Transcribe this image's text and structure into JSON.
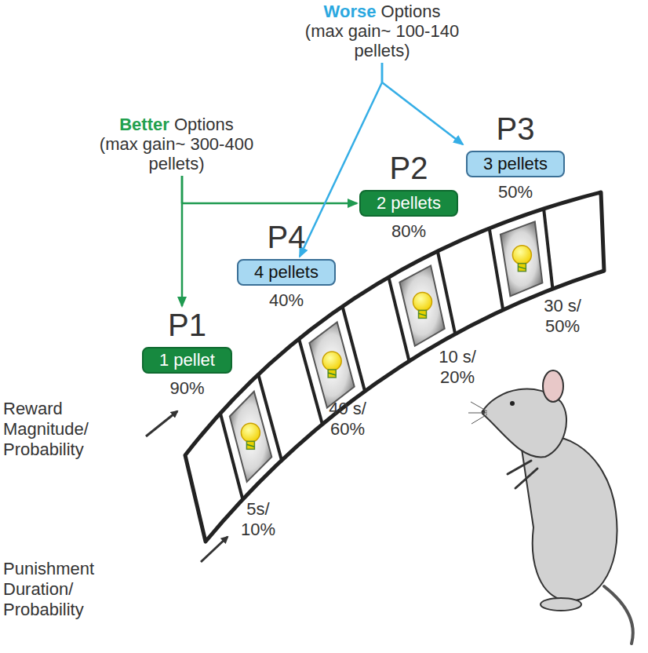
{
  "diagram": {
    "nodes": [
      {
        "text": [
          "Better",
          "Options",
          "(max gain~ 300-400 pellets)"
        ]
      },
      {
        "text": [
          "Worse",
          "Options",
          "(max gain~ 100-140 pellets)"
        ]
      },
      {
        "text": [
          "P1",
          "1 pellet",
          "90%"
        ]
      },
      {
        "text": [
          "P2",
          "2 pellets",
          "80%"
        ]
      },
      {
        "text": [
          "P3",
          "3 pellets",
          "50%"
        ]
      },
      {
        "text": [
          "P4",
          "4 pellets",
          "40%"
        ]
      }
    ],
    "edges": [
      {
        "from": 0,
        "to": 2,
        "arrow": "to"
      },
      {
        "from": 0,
        "to": 3,
        "arrow": "to"
      },
      {
        "from": 1,
        "to": 4,
        "arrow": "to"
      },
      {
        "from": 1,
        "to": 5,
        "arrow": "to"
      }
    ],
    "labels": [
      "Reward Magnitude/ Probability",
      "Punishment Duration/ Probability",
      "5s/ 10%",
      "40 s/ 60%",
      "10 s/ 20%",
      "30 s/ 50%"
    ]
  }
}
